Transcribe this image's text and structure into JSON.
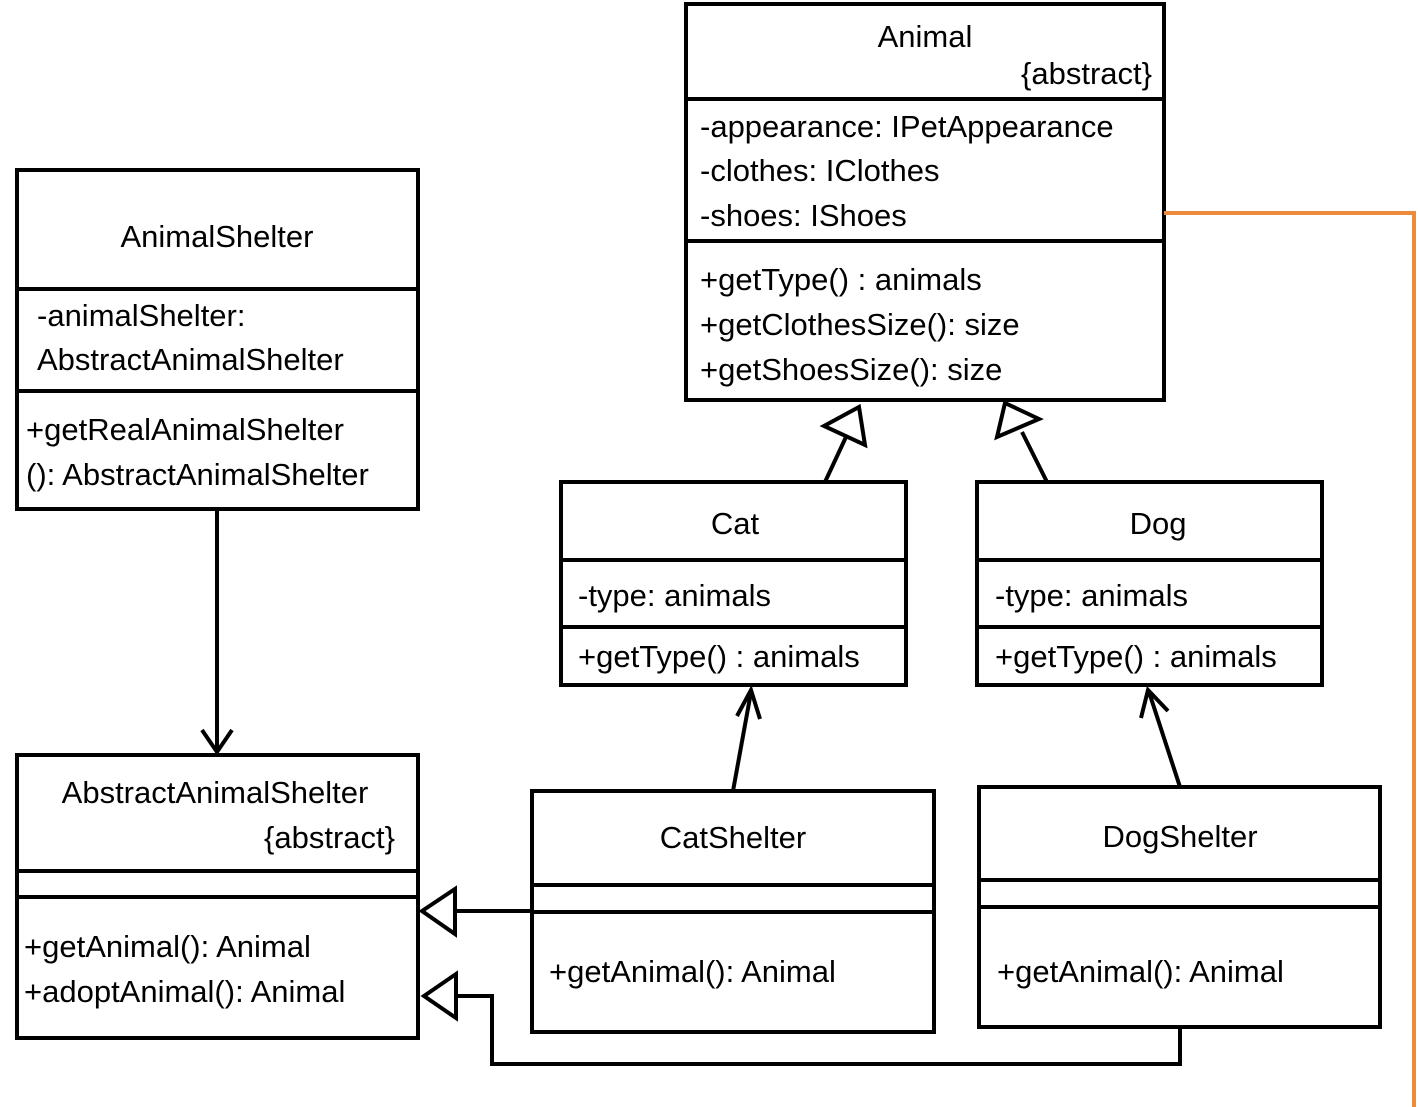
{
  "colors": {
    "line": "#000000",
    "highlight_line": "#ED8B3A",
    "background": "#ffffff"
  },
  "classes": {
    "animal": {
      "name": "Animal",
      "stereotype": "{abstract}",
      "attributes": [
        "-appearance: IPetAppearance",
        "-clothes: IClothes",
        "-shoes: IShoes"
      ],
      "methods": [
        "+getType() : animals",
        "+getClothesSize(): size",
        "+getShoesSize(): size"
      ]
    },
    "animal_shelter": {
      "name": "AnimalShelter",
      "attributes": [
        "-animalShelter:",
        "AbstractAnimalShelter"
      ],
      "methods": [
        "+getRealAnimalShelter",
        "(): AbstractAnimalShelter"
      ]
    },
    "cat": {
      "name": "Cat",
      "attributes": [
        "-type: animals"
      ],
      "methods": [
        "+getType() : animals"
      ]
    },
    "dog": {
      "name": "Dog",
      "attributes": [
        "-type: animals"
      ],
      "methods": [
        "+getType() : animals"
      ]
    },
    "abstract_animal_shelter": {
      "name": "AbstractAnimalShelter",
      "stereotype": "{abstract}",
      "methods": [
        "+getAnimal(): Animal",
        "+adoptAnimal(): Animal"
      ]
    },
    "cat_shelter": {
      "name": "CatShelter",
      "methods": [
        "+getAnimal(): Animal"
      ]
    },
    "dog_shelter": {
      "name": "DogShelter",
      "methods": [
        "+getAnimal(): Animal"
      ]
    }
  },
  "relationships": [
    {
      "from": "Cat",
      "to": "Animal",
      "kind": "generalization"
    },
    {
      "from": "Dog",
      "to": "Animal",
      "kind": "generalization"
    },
    {
      "from": "AnimalShelter",
      "to": "AbstractAnimalShelter",
      "kind": "association"
    },
    {
      "from": "CatShelter",
      "to": "Cat",
      "kind": "association"
    },
    {
      "from": "DogShelter",
      "to": "Dog",
      "kind": "association"
    },
    {
      "from": "CatShelter",
      "to": "AbstractAnimalShelter",
      "kind": "generalization"
    },
    {
      "from": "DogShelter",
      "to": "AbstractAnimalShelter",
      "kind": "generalization"
    }
  ]
}
